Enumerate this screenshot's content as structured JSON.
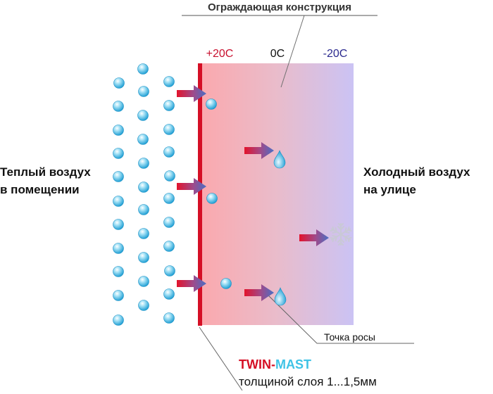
{
  "title": "Ограждающая конструкция",
  "temperatures": {
    "warm": "+20C",
    "zero": "0C",
    "cold": "-20C"
  },
  "warm_side": {
    "line1": "Теплый воздух",
    "line2": "в помещении"
  },
  "cold_side": {
    "line1": "Холодный воздух",
    "line2": "на улице"
  },
  "dew_point": "Точка росы",
  "brand": {
    "part1": "TWIN",
    "dash": "-",
    "part2": "MAST"
  },
  "thickness": "толщиной слоя 1...1,5мм",
  "colors": {
    "warm": "#c8102e",
    "cold": "#2b2a8f",
    "membrane": "#d50f25",
    "brand_blue": "#3fc3e6",
    "wall_warm": "#fbaeb2",
    "wall_cold": "#cdc4f3"
  },
  "icons": [
    "water-droplet-icon",
    "snowflake-icon",
    "arrow-right-icon",
    "air-bubble-icon"
  ]
}
